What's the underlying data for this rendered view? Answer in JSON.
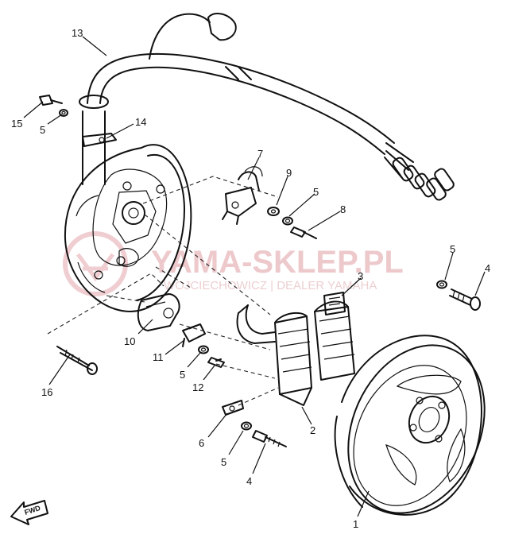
{
  "watermark": {
    "brand": "YAMA-SKLEP.PL",
    "dealer": "WOJCIECHOWICZ | DEALER YAMAHA"
  },
  "direction_badge": "FWD",
  "callouts": [
    {
      "id": "c13",
      "label": "13"
    },
    {
      "id": "c15",
      "label": "15"
    },
    {
      "id": "c5a",
      "label": "5"
    },
    {
      "id": "c14",
      "label": "14"
    },
    {
      "id": "c7",
      "label": "7"
    },
    {
      "id": "c9",
      "label": "9"
    },
    {
      "id": "c5b",
      "label": "5"
    },
    {
      "id": "c8",
      "label": "8"
    },
    {
      "id": "c5c",
      "label": "5"
    },
    {
      "id": "c4a",
      "label": "4"
    },
    {
      "id": "c3",
      "label": "3"
    },
    {
      "id": "c10",
      "label": "10"
    },
    {
      "id": "c11",
      "label": "11"
    },
    {
      "id": "c5d",
      "label": "5"
    },
    {
      "id": "c12",
      "label": "12"
    },
    {
      "id": "c16",
      "label": "16"
    },
    {
      "id": "c2",
      "label": "2"
    },
    {
      "id": "c6",
      "label": "6"
    },
    {
      "id": "c5e",
      "label": "5"
    },
    {
      "id": "c4b",
      "label": "4"
    },
    {
      "id": "c1",
      "label": "1"
    }
  ]
}
